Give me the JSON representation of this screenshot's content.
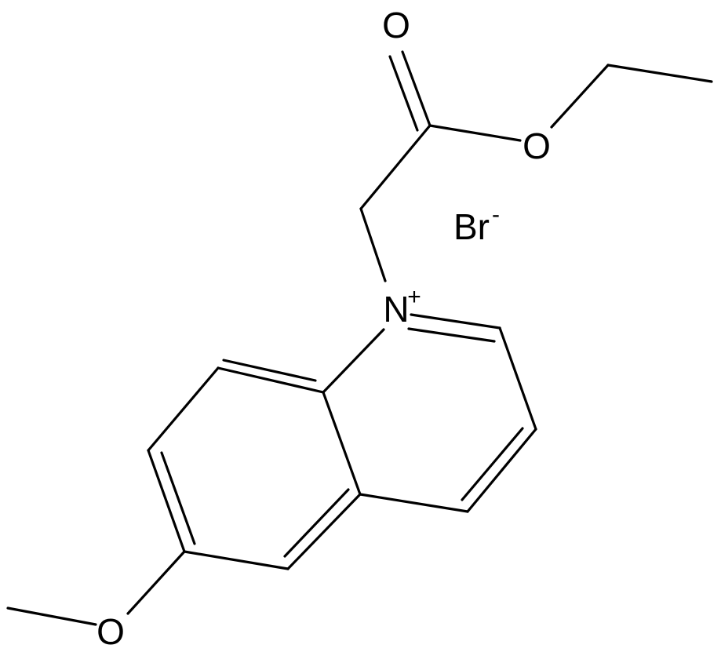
{
  "molecule": {
    "atoms": {
      "carbonyl_oxygen": "O",
      "ester_oxygen": "O",
      "ring_nitrogen": "N",
      "methoxy_oxygen": "O",
      "counterion": "Br"
    },
    "charges": {
      "ring_nitrogen": "+",
      "counterion": "-"
    }
  }
}
